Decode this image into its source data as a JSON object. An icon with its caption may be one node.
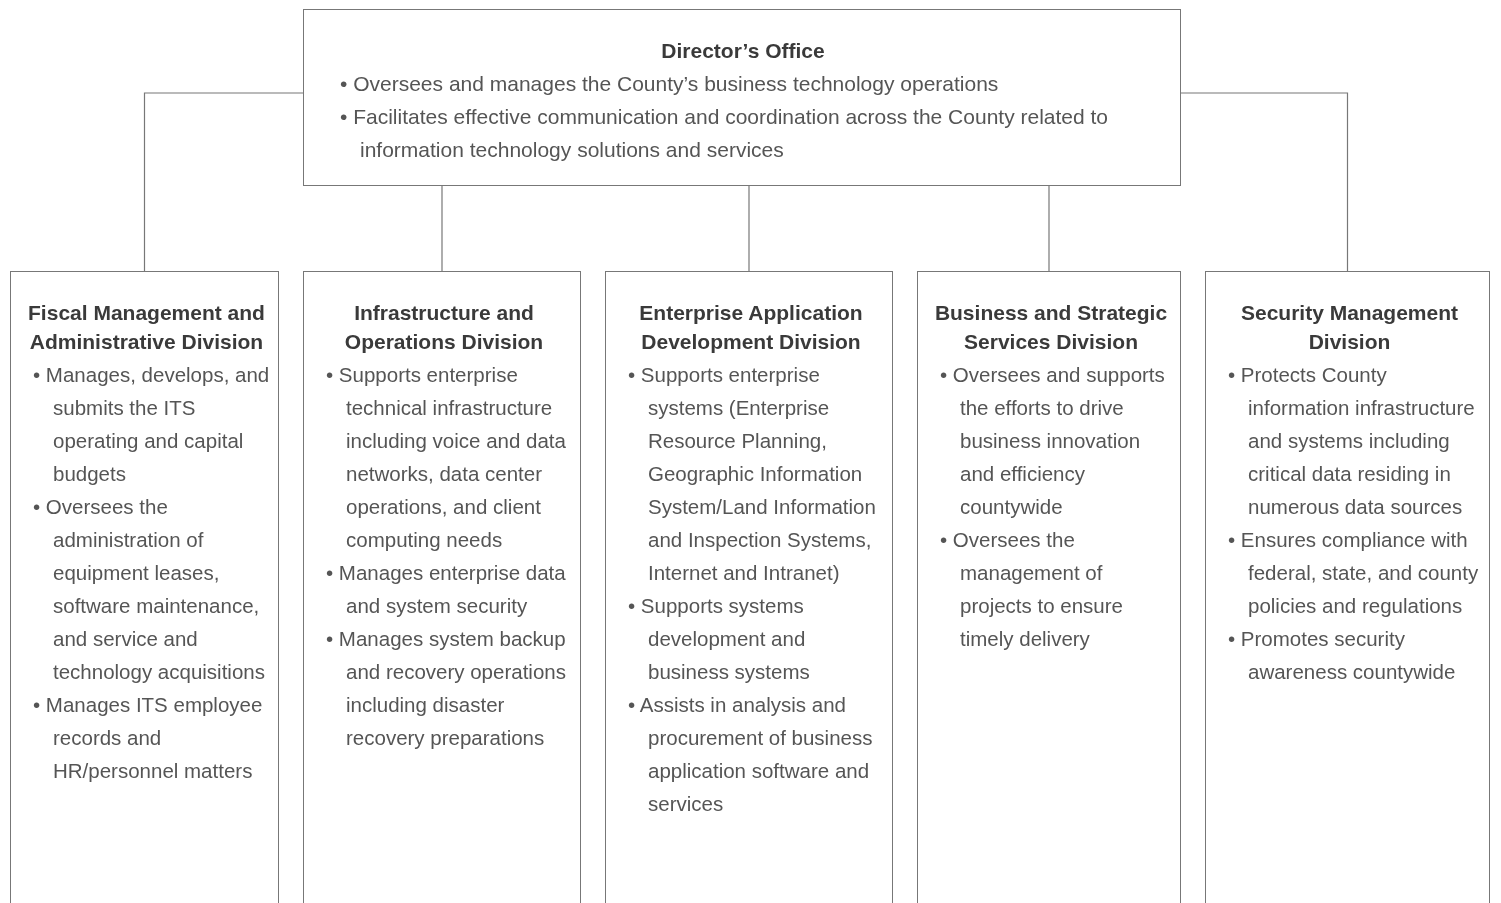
{
  "diagram": {
    "nodes": [
      {
        "text": [
          "Director’s Office",
          "• Oversees and manages the County’s business technology operations",
          "• Facilitates effective communication and coordination across the County related to information technology solutions and services"
        ]
      },
      {
        "text": [
          "Fiscal Management and Administrative Division",
          "• Manages, develops, and submits the ITS operating and capital budgets",
          "• Oversees the administration of equipment leases, software maintenance, and service and technology acquisitions",
          "• Manages ITS employee records and HR/personnel matters"
        ]
      },
      {
        "text": [
          "Infrastructure and Operations Division",
          "• Supports enterprise technical infrastructure including voice and data networks, data center operations, and client computing needs",
          "• Manages enterprise data and system security",
          "• Manages system backup and recovery operations including disaster recovery preparations"
        ]
      },
      {
        "text": [
          "Enterprise Application Development Division",
          "• Supports enterprise systems (Enterprise Resource Planning, Geographic Information System/Land Information and Inspection Systems, Internet and Intranet)",
          "• Supports systems development and business systems",
          "• Assists in analysis and procurement of business application software and services"
        ]
      },
      {
        "text": [
          "Business and Strategic Services Division",
          "• Oversees and supports the efforts to drive business innovation and efficiency countywide",
          "• Oversees the management of projects to ensure timely delivery"
        ]
      },
      {
        "text": [
          "Security Management Division",
          "• Protects County information infrastructure and systems including critical data residing in numerous data sources",
          "• Ensures compliance with federal, state, and county policies and regulations",
          "• Promotes security awareness countywide"
        ]
      }
    ],
    "edges": [
      {
        "from": 0,
        "to": 1,
        "arrow": "none"
      },
      {
        "from": 0,
        "to": 2,
        "arrow": "none"
      },
      {
        "from": 0,
        "to": 3,
        "arrow": "none"
      },
      {
        "from": 0,
        "to": 4,
        "arrow": "none"
      },
      {
        "from": 0,
        "to": 5,
        "arrow": "none"
      }
    ]
  }
}
